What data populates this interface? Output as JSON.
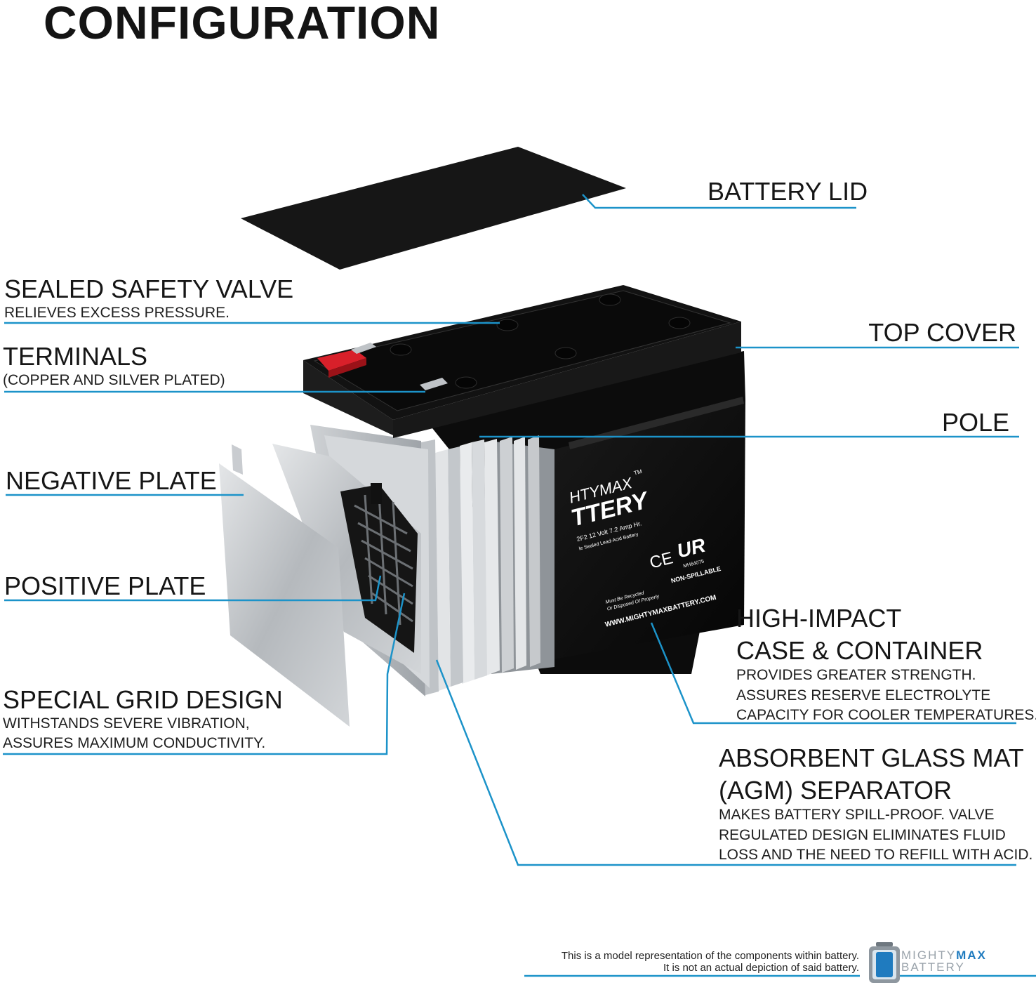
{
  "title": "CONFIGURATION",
  "colors": {
    "leader": "#1c93c9",
    "case": "#101010",
    "plate": "#bfc3c7",
    "terminal_cap": "#d8202a"
  },
  "labels": {
    "battery_lid": {
      "heading": "BATTERY LID"
    },
    "top_cover": {
      "heading": "TOP COVER"
    },
    "pole": {
      "heading": "POLE"
    },
    "sealed_safety_valve": {
      "heading": "SEALED SAFETY VALVE",
      "detail": [
        "RELIEVES EXCESS PRESSURE."
      ]
    },
    "terminals": {
      "heading": "TERMINALS",
      "detail": [
        "(COPPER AND SILVER PLATED)"
      ]
    },
    "negative_plate": {
      "heading": "NEGATIVE PLATE"
    },
    "positive_plate": {
      "heading": "POSITIVE PLATE"
    },
    "special_grid_design": {
      "heading": "SPECIAL GRID DESIGN",
      "detail": [
        "WITHSTANDS SEVERE VIBRATION,",
        "ASSURES MAXIMUM CONDUCTIVITY."
      ]
    },
    "high_impact_case": {
      "heading": [
        "HIGH-IMPACT",
        "CASE & CONTAINER"
      ],
      "detail": [
        "PROVIDES GREATER STRENGTH.",
        "ASSURES RESERVE ELECTROLYTE",
        "CAPACITY FOR COOLER TEMPERATURES."
      ]
    },
    "agm_separator": {
      "heading": [
        "ABSORBENT GLASS MAT",
        "(AGM) SEPARATOR"
      ],
      "detail": [
        "MAKES BATTERY SPILL-PROOF. VALVE",
        "REGULATED DESIGN ELIMINATES FLUID",
        "LOSS AND THE NEED TO REFILL WITH ACID."
      ]
    }
  },
  "battery_face": {
    "brand_line1": "HTYMAX",
    "trademark": "TM",
    "brand_line2": "TTERY",
    "model_line": "2F2  12 Volt 7.2 Amp Hr.",
    "type_line": "le Sealed Lead-Acid Battery",
    "ce_mark": "CE",
    "ul_mark": "UR",
    "cert_code": "MH64075",
    "non_spillable": "NON-SPILLABLE",
    "recycle_1": "Must Be Recycled",
    "recycle_2": "Or Disposed Of Properly",
    "website": "WWW.MIGHTYMAXBATTERY.COM"
  },
  "disclaimer": [
    "This is a model representation of the components within battery.",
    "It is not an actual depiction of said battery."
  ],
  "logo": {
    "line1_light": "MIGHTY",
    "line1_bold": "MAX",
    "line2": "BATTERY"
  }
}
